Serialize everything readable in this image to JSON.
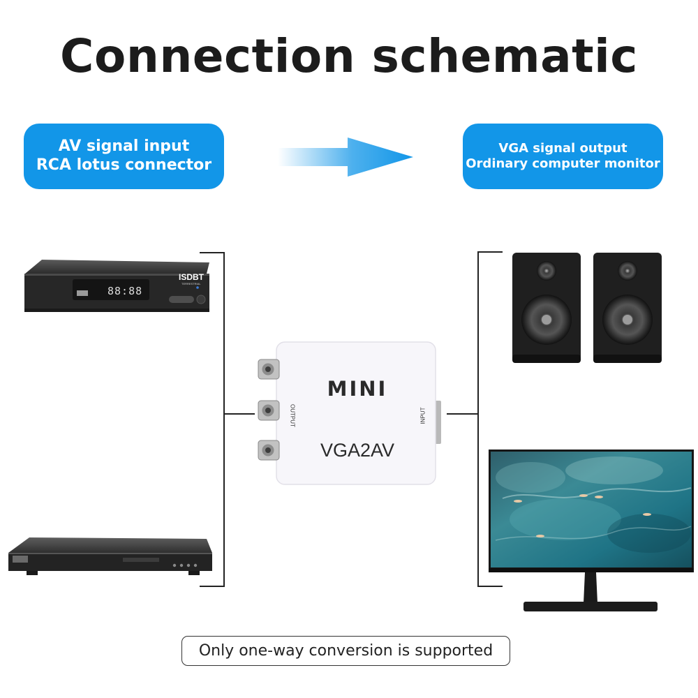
{
  "title": "Connection schematic",
  "input_box": {
    "line1": "AV signal input",
    "line2": "RCA lotus connector"
  },
  "output_box": {
    "line1": "VGA signal output",
    "line2": "Ordinary computer monitor"
  },
  "adapter": {
    "brand": "MINI",
    "model": "VGA2AV",
    "output_label": "OUTPUT",
    "input_label": "INPUT"
  },
  "set_top_box": {
    "badge": "ISDBT",
    "badge_sub": "TERRESTRIAL",
    "display": "88:88"
  },
  "note": "Only one-way conversion is supported",
  "colors": {
    "accent": "#1296e8",
    "title": "#1c1c1c"
  }
}
